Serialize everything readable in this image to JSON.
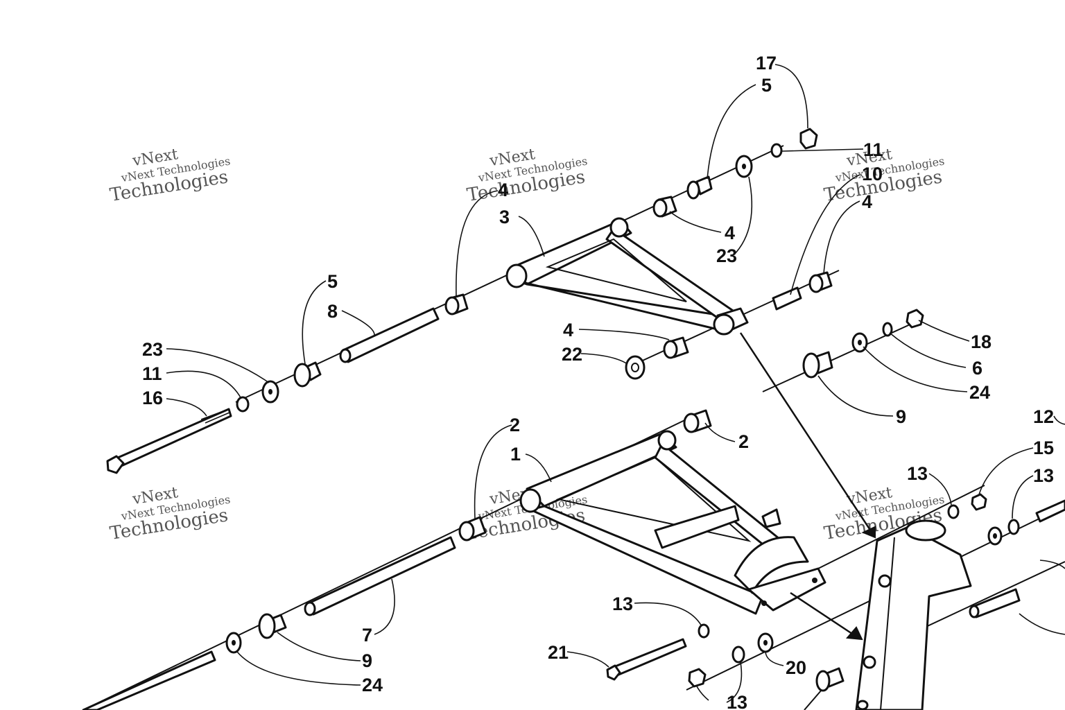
{
  "watermark": {
    "line1": "vNext Technologies",
    "line2": "vNext",
    "line3": "Technologies"
  },
  "callouts": {
    "c17": "17",
    "c5a": "5",
    "c11a": "11",
    "c10": "10",
    "c4a": "4",
    "c4b": "4",
    "c3": "3",
    "c4c": "4",
    "c23a": "23",
    "c5b": "5",
    "c8": "8",
    "c23b": "23",
    "c11b": "11",
    "c16": "16",
    "c4d": "4",
    "c22": "22",
    "c18": "18",
    "c6": "6",
    "c24a": "24",
    "c9a": "9",
    "c2a": "2",
    "c2b": "2",
    "c1": "1",
    "c12": "12",
    "c15": "15",
    "c13a": "13",
    "c13b": "13",
    "c13c": "13",
    "c21": "21",
    "c20": "20",
    "c13d": "13",
    "c7": "7",
    "c9b": "9",
    "c24b": "24"
  }
}
